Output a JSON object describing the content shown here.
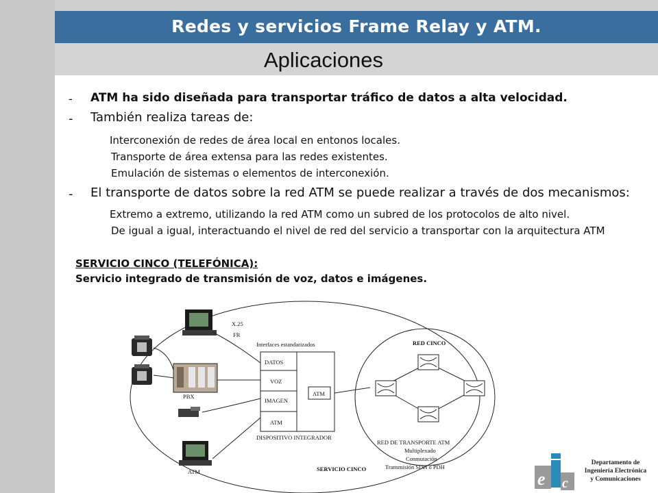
{
  "header": {
    "title": "Redes y servicios Frame Relay y ATM.",
    "subtitle": "Aplicaciones"
  },
  "bullets": {
    "b1": "ATM ha sido diseñada para transportar tráfico de datos a alta velocidad.",
    "b2": "También realiza tareas de:",
    "b2_items": [
      "Interconexión de redes de área local en entonos locales.",
      "Transporte de área extensa para las redes existentes.",
      "Emulación de sistemas o elementos de interconexión."
    ],
    "b3": "El transporte de datos sobre la red ATM se puede realizar a través de dos mecanismos:",
    "b3_items": [
      "Extremo a extremo, utilizando la red ATM como un subred de los protocolos de alto nivel.",
      "De igual a igual, interactuando el nivel de red del servicio a transportar con la arquitectura ATM"
    ],
    "dash": "-"
  },
  "service": {
    "heading": "SERVICIO CINCO  (TELEFÓNICA):",
    "description": "Servicio integrado de transmisión de voz, datos e imágenes."
  },
  "diagram": {
    "x25": "X.25",
    "fr": "FR",
    "interfaces": "Interfaces estandarizados",
    "modules": [
      "DATOS",
      "VOZ",
      "IMAGEN",
      "ATM"
    ],
    "atm_box": "ATM",
    "device": "DISPOSITIVO INTEGRADOR",
    "pbx": "PBX",
    "atm_terminal": "ATM",
    "red_cinco": "RED CINCO",
    "transport": [
      "RED DE TRANSPORTE ATM",
      "Multiplexado",
      "Conmutación",
      "Transmisión SDH o PDH"
    ],
    "servicio_cinco": "SERVICIO CINCO"
  },
  "footer": {
    "dept_lines": [
      "Departamento de",
      "Ingeniería Electrónica",
      "y Comunicaciones"
    ]
  },
  "colors": {
    "title_bar": "#3a6e9e",
    "subtitle_bar": "#d4d4d4",
    "left_strip": "#c8c8c8"
  },
  "icons": [
    "terminal-icon",
    "telephone-icon",
    "pbx-icon",
    "switch-icon",
    "logo-eic"
  ]
}
